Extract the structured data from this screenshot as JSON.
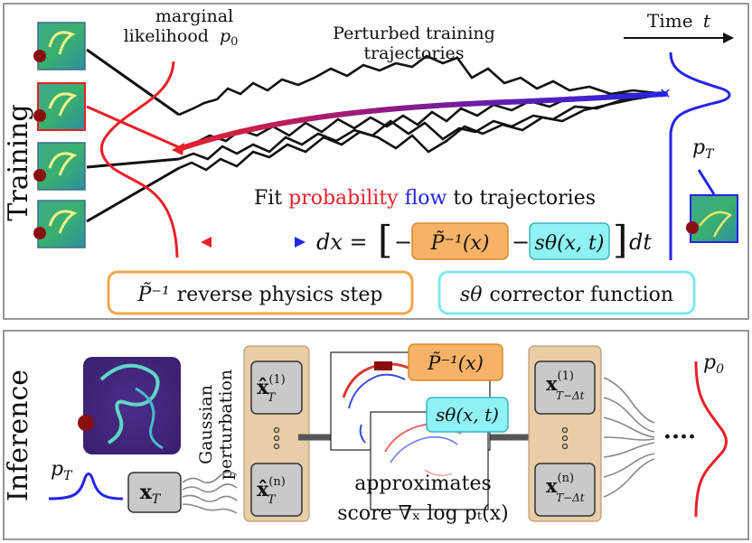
{
  "training": {
    "section_label": "Training",
    "marginal_label_line1": "marginal",
    "marginal_label_line2": "likelihood",
    "marginal_symbol": "p",
    "marginal_sub": "0",
    "trajectories_line1": "Perturbed training",
    "trajectories_line2": "trajectories",
    "time_label": "Time",
    "time_symbol": "t",
    "pT_symbol": "p",
    "pT_sub": "T",
    "fit_prefix": "Fit ",
    "fit_word1": "probability",
    "fit_word2": "flow",
    "fit_suffix": " to trajectories",
    "eq_lhs": "dx =",
    "eq_physics": "P̃⁻¹(x)",
    "eq_corrector": "sθ(x, t)",
    "eq_minus": "−",
    "eq_dt": "dt",
    "legend_physics_symbol": "P̃⁻¹",
    "legend_physics_text": "reverse physics step",
    "legend_corrector_symbol": "sθ",
    "legend_corrector_text": "corrector function"
  },
  "inference": {
    "section_label": "Inference",
    "pT_symbol": "p",
    "pT_sub": "T",
    "xT_label": "x",
    "xT_sub": "T",
    "gaussian_line1": "Gaussian",
    "gaussian_line2": "perturbation",
    "sample_1_label": "x̂",
    "sample_1_sup": "(1)",
    "sample_1_sub": "T",
    "sample_n_label": "x̂",
    "sample_n_sup": "(n)",
    "sample_n_sub": "T",
    "physics_tag": "P̃⁻¹(x)",
    "corrector_tag": "sθ(x, t)",
    "approximates_line1": "approximates",
    "approximates_line2": "score ∇ₓ log pₜ(x)",
    "out_1_label": "x",
    "out_1_sup": "(1)",
    "out_1_sub": "T−Δt",
    "out_n_label": "x",
    "out_n_sup": "(n)",
    "out_n_sub": "T−Δt",
    "dots": "····",
    "p0_symbol": "p",
    "p0_sub": "0"
  },
  "colors": {
    "red": "#e8202a",
    "blue": "#2424e6",
    "purple": "#7a1fa0",
    "orange_box": "#f8b267",
    "orange_border": "#f4a64a",
    "cyan_box": "#8ff2f5",
    "cyan_border": "#7fe8ef",
    "tan_panel": "#e9cda6",
    "gray_box": "#c9c9c9"
  }
}
